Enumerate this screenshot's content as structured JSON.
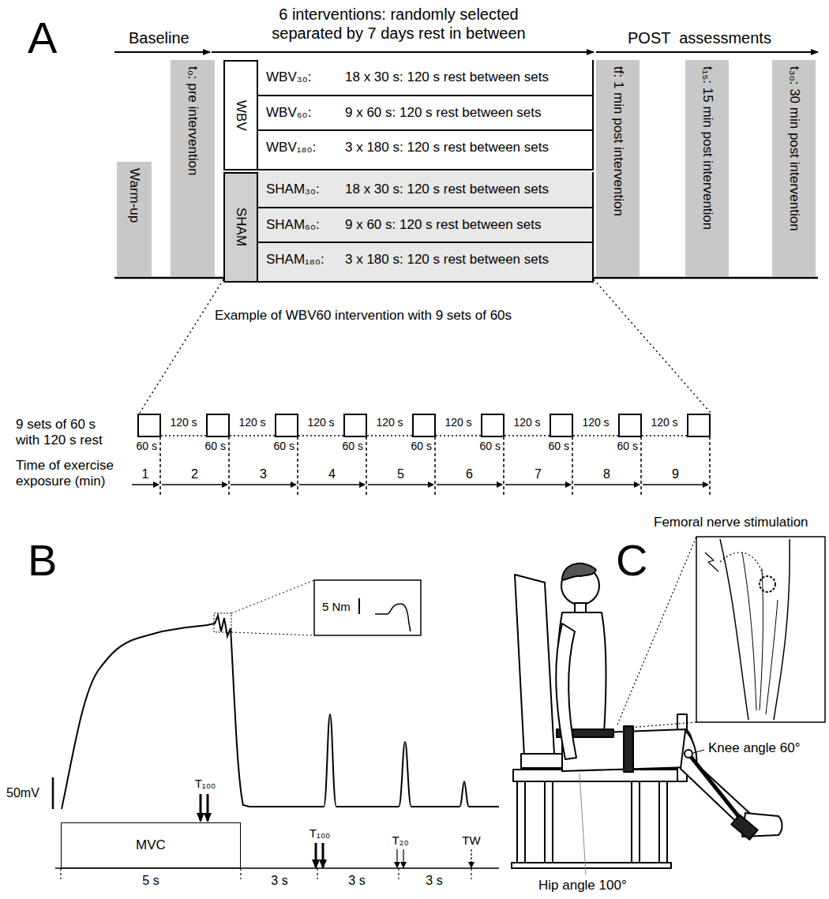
{
  "diagram": {
    "nodes": [
      {
        "text": [
          "Warm-up"
        ]
      },
      {
        "text": [
          "t₀: pre intervention"
        ]
      },
      {
        "text": [
          "WBV"
        ]
      },
      {
        "text": [
          "WBV₃₀:",
          "18 x 30 s: 120 s rest between sets"
        ],
        "in": 2
      },
      {
        "text": [
          "WBV₆₀:",
          "9 x 60 s: 120 s rest between sets"
        ],
        "in": 2
      },
      {
        "text": [
          "WBV₁₈₀:",
          "3 x 180 s: 120 s rest between sets"
        ],
        "in": 2
      },
      {
        "text": [
          "SHAM"
        ]
      },
      {
        "text": [
          "SHAM₃₀:",
          "18 x 30 s: 120 s rest between sets"
        ],
        "in": 6
      },
      {
        "text": [
          "SHAM₆₀:",
          "9 x 60 s: 120 s rest between sets"
        ],
        "in": 6
      },
      {
        "text": [
          "SHAM₁₈₀:",
          "3 x 180 s: 120 s rest between sets"
        ],
        "in": 6
      },
      {
        "text": [
          "tf: 1 min post intervention"
        ]
      },
      {
        "text": [
          "t₁₅: 15 min post intervention"
        ]
      },
      {
        "text": [
          "t₃₀: 30 min post intervention"
        ]
      },
      {
        "text": [
          "MVC"
        ]
      }
    ],
    "labels": [
      "A",
      "Baseline",
      "6 interventions: randomly selected separated by 7 days rest in between",
      "POST  assessments",
      "Example of WBV60 intervention with 9 sets of 60s",
      "9 sets of 60 s with 120 s rest",
      "Time of exercise exposure (min)",
      "120 s",
      "120 s",
      "120 s",
      "120 s",
      "120 s",
      "120 s",
      "120 s",
      "120 s",
      "60 s",
      "60 s",
      "60 s",
      "60 s",
      "60 s",
      "60 s",
      "60 s",
      "60 s",
      "1",
      "2",
      "3",
      "4",
      "5",
      "6",
      "7",
      "8",
      "9",
      "B",
      "5 Nm",
      "50mV",
      "T₁₀₀",
      "5 s",
      "3 s",
      "T₁₀₀",
      "3 s",
      "T₂₀",
      "3 s",
      "TW",
      "C",
      "Femoral nerve stimulation",
      "Knee angle 60°",
      "Hip angle 100°"
    ]
  }
}
